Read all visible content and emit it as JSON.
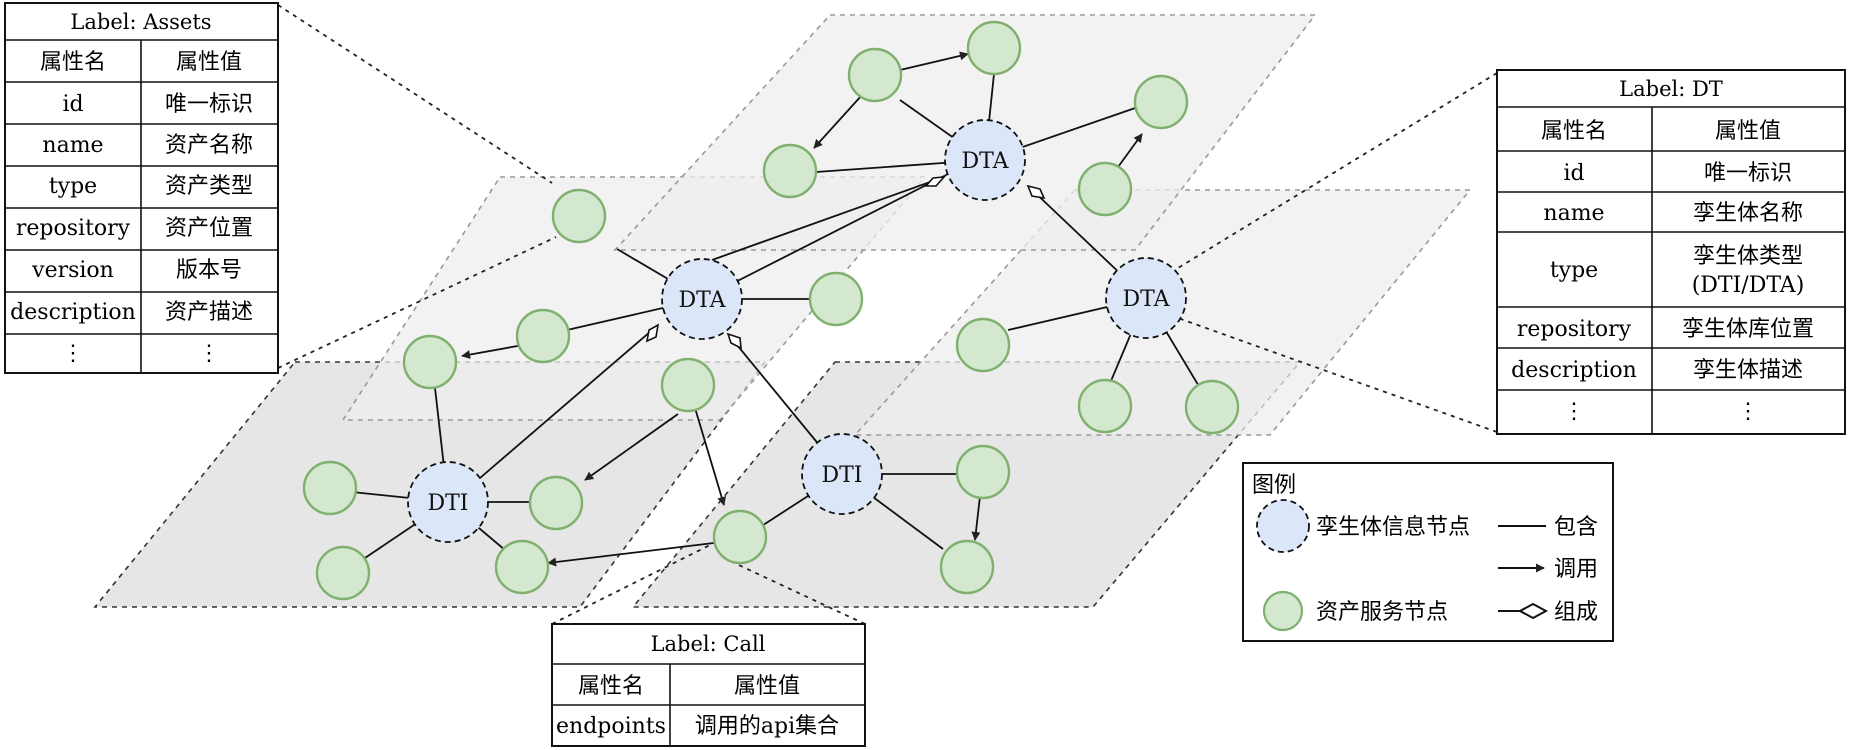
{
  "tables": {
    "assets": {
      "label": "Label: Assets",
      "header": [
        "属性名",
        "属性值"
      ],
      "rows": [
        [
          "id",
          "唯一标识"
        ],
        [
          "name",
          "资产名称"
        ],
        [
          "type",
          "资产类型"
        ],
        [
          "repository",
          "资产位置"
        ],
        [
          "version",
          "版本号"
        ],
        [
          "description",
          "资产描述"
        ],
        [
          "⋮",
          "⋮"
        ]
      ]
    },
    "dt": {
      "label": "Label: DT",
      "header": [
        "属性名",
        "属性值"
      ],
      "rows": [
        [
          "id",
          "唯一标识"
        ],
        [
          "name",
          "孪生体名称"
        ],
        [
          "type",
          "孪生体类型",
          "(DTI/DTA)"
        ],
        [
          "repository",
          "孪生体库位置"
        ],
        [
          "description",
          "孪生体描述"
        ],
        [
          "⋮",
          "⋮"
        ]
      ]
    },
    "call": {
      "label": "Label: Call",
      "header": [
        "属性名",
        "属性值"
      ],
      "rows": [
        [
          "endpoints",
          "调用的api集合"
        ]
      ]
    }
  },
  "nodes": {
    "dta_top": "DTA",
    "dta_mid": "DTA",
    "dta_right": "DTA",
    "dti_left": "DTI",
    "dti_right": "DTI"
  },
  "legend": {
    "title": "图例",
    "twin_node": "孪生体信息节点",
    "asset_node": "资产服务节点",
    "contain": "包含",
    "call": "调用",
    "compose": "组成"
  },
  "colors": {
    "twin_fill": "#dbe7f8",
    "asset_fill": "#d3e8cf",
    "asset_stroke": "#7fb06e",
    "plane_fill": "#e6e6e6"
  }
}
